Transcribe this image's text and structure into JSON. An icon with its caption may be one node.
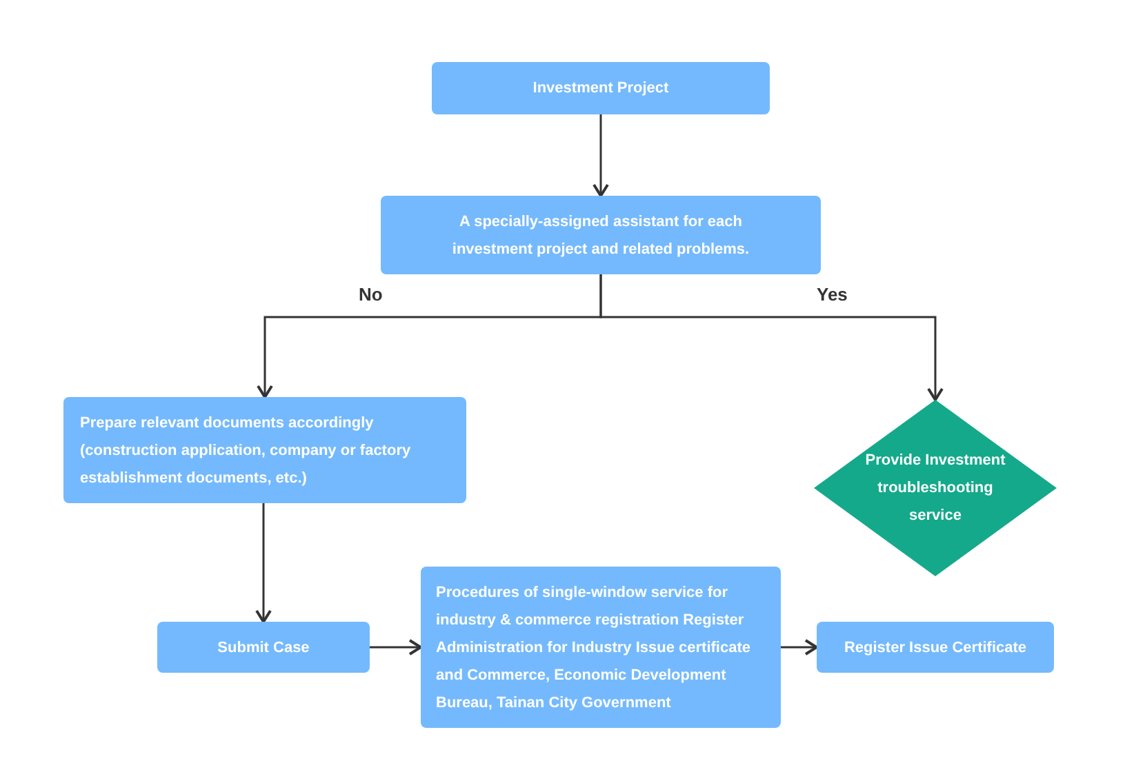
{
  "diagram": {
    "nodes": [
      {
        "text": [
          "Investment Project"
        ]
      },
      {
        "text": [
          "A specially-assigned assistant for each investment project and related problems."
        ]
      },
      {
        "text": [
          "Prepare relevant documents accordingly (construction application, company or factory establishment documents, etc.)"
        ]
      },
      {
        "text": [
          "Provide Investment troubleshooting service"
        ]
      },
      {
        "text": [
          "Submit Case"
        ]
      },
      {
        "text": [
          "Procedures of single-window service for industry & commerce registration Register Administration for Industry Issue certificate and Commerce, Economic Development Bureau, Tainan City Government"
        ]
      },
      {
        "text": [
          "Register Issue Certificate"
        ]
      }
    ],
    "edges": [
      {
        "from": 0,
        "to": 1,
        "arrow": "to"
      },
      {
        "from": 1,
        "to": 2,
        "arrow": "to",
        "label": "No"
      },
      {
        "from": 1,
        "to": 3,
        "arrow": "to",
        "label": "Yes"
      },
      {
        "from": 2,
        "to": 4,
        "arrow": "to"
      },
      {
        "from": 4,
        "to": 5,
        "arrow": "to"
      },
      {
        "from": 5,
        "to": 6,
        "arrow": "to"
      }
    ]
  }
}
